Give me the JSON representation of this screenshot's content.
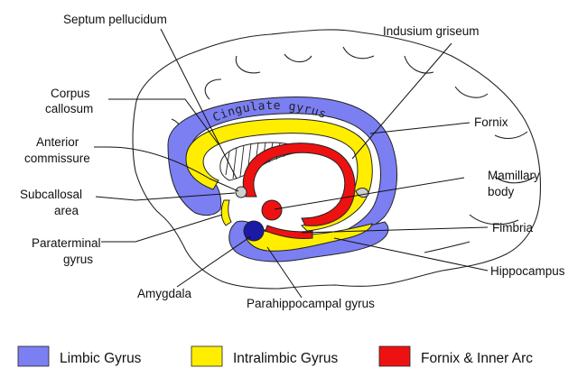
{
  "diagram": {
    "labels": {
      "septum_pellucidum": "Septum pellucidum",
      "indusium_griseum": "Indusium griseum",
      "corpus_callosum_1": "Corpus",
      "corpus_callosum_2": "callosum",
      "cingulate_gyrus": "Cingulate gyrus",
      "fornix": "Fornix",
      "anterior_commissure_1": "Anterior",
      "anterior_commissure_2": "commissure",
      "mamillary_body_1": "Mamillary",
      "mamillary_body_2": "body",
      "subcallosal_area_1": "Subcallosal",
      "subcallosal_area_2": "area",
      "fimbria": "Fimbria",
      "paraterminal_gyrus_1": "Paraterminal",
      "paraterminal_gyrus_2": "gyrus",
      "hippocampus": "Hippocampus",
      "amygdala": "Amygdala",
      "parahippocampal_gyrus": "Parahippocampal gyrus"
    },
    "colors": {
      "limbic": "#7b7ff2",
      "intralimbic": "#ffee00",
      "fornix": "#ee1111",
      "amygdala": "#1a1aa6",
      "anterior_commissure": "#cfcfcf"
    }
  },
  "legend": [
    {
      "label": "Limbic Gyrus",
      "color": "#7b7ff2"
    },
    {
      "label": "Intralimbic Gyrus",
      "color": "#ffee00"
    },
    {
      "label": "Fornix & Inner Arc",
      "color": "#ee1111"
    }
  ]
}
